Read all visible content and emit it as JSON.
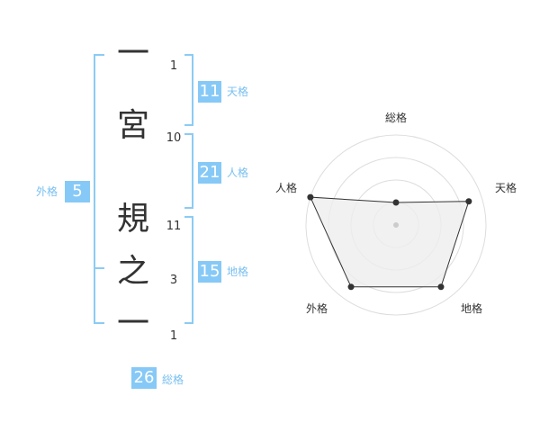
{
  "name": {
    "chars": [
      "一",
      "宮",
      "規",
      "之",
      "一"
    ],
    "strokes": [
      "1",
      "10",
      "11",
      "3",
      "1"
    ]
  },
  "kaku": {
    "tenkaku": {
      "value": "11",
      "label": "天格"
    },
    "jinkaku": {
      "value": "21",
      "label": "人格"
    },
    "chikaku": {
      "value": "15",
      "label": "地格"
    },
    "gaikaku": {
      "value": "5",
      "label": "外格"
    },
    "soukaku": {
      "value": "26",
      "label": "総格"
    }
  },
  "radar": {
    "axes": [
      "総格",
      "天格",
      "地格",
      "外格",
      "人格"
    ],
    "levels": 4,
    "values": [
      0.25,
      0.85,
      0.85,
      0.85,
      1.0
    ],
    "fill_color": "#eeeeee",
    "line_color": "#333333"
  }
}
